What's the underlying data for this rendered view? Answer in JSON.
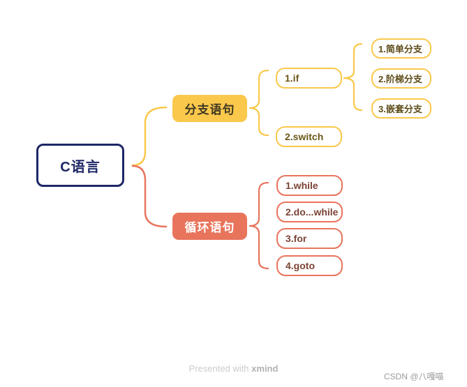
{
  "colors": {
    "navy": "#1D2766",
    "yellow": "#FAC84B",
    "salmon": "#E8745C"
  },
  "mindmap": {
    "root": {
      "label": "C语言"
    },
    "branches": [
      {
        "label": "分支语句",
        "children": [
          {
            "label": "1.if",
            "children": [
              {
                "label": "1.简单分支"
              },
              {
                "label": "2.阶梯分支"
              },
              {
                "label": "3.嵌套分支"
              }
            ]
          },
          {
            "label": "2.switch"
          }
        ]
      },
      {
        "label": "循环语句",
        "children": [
          {
            "label": "1.while"
          },
          {
            "label": "2.do...while"
          },
          {
            "label": "3.for"
          },
          {
            "label": "4.goto"
          }
        ]
      }
    ]
  },
  "footer": {
    "presented_prefix": "Presented with ",
    "presented_brand": "xmind",
    "watermark": "CSDN @八嘎喵"
  }
}
